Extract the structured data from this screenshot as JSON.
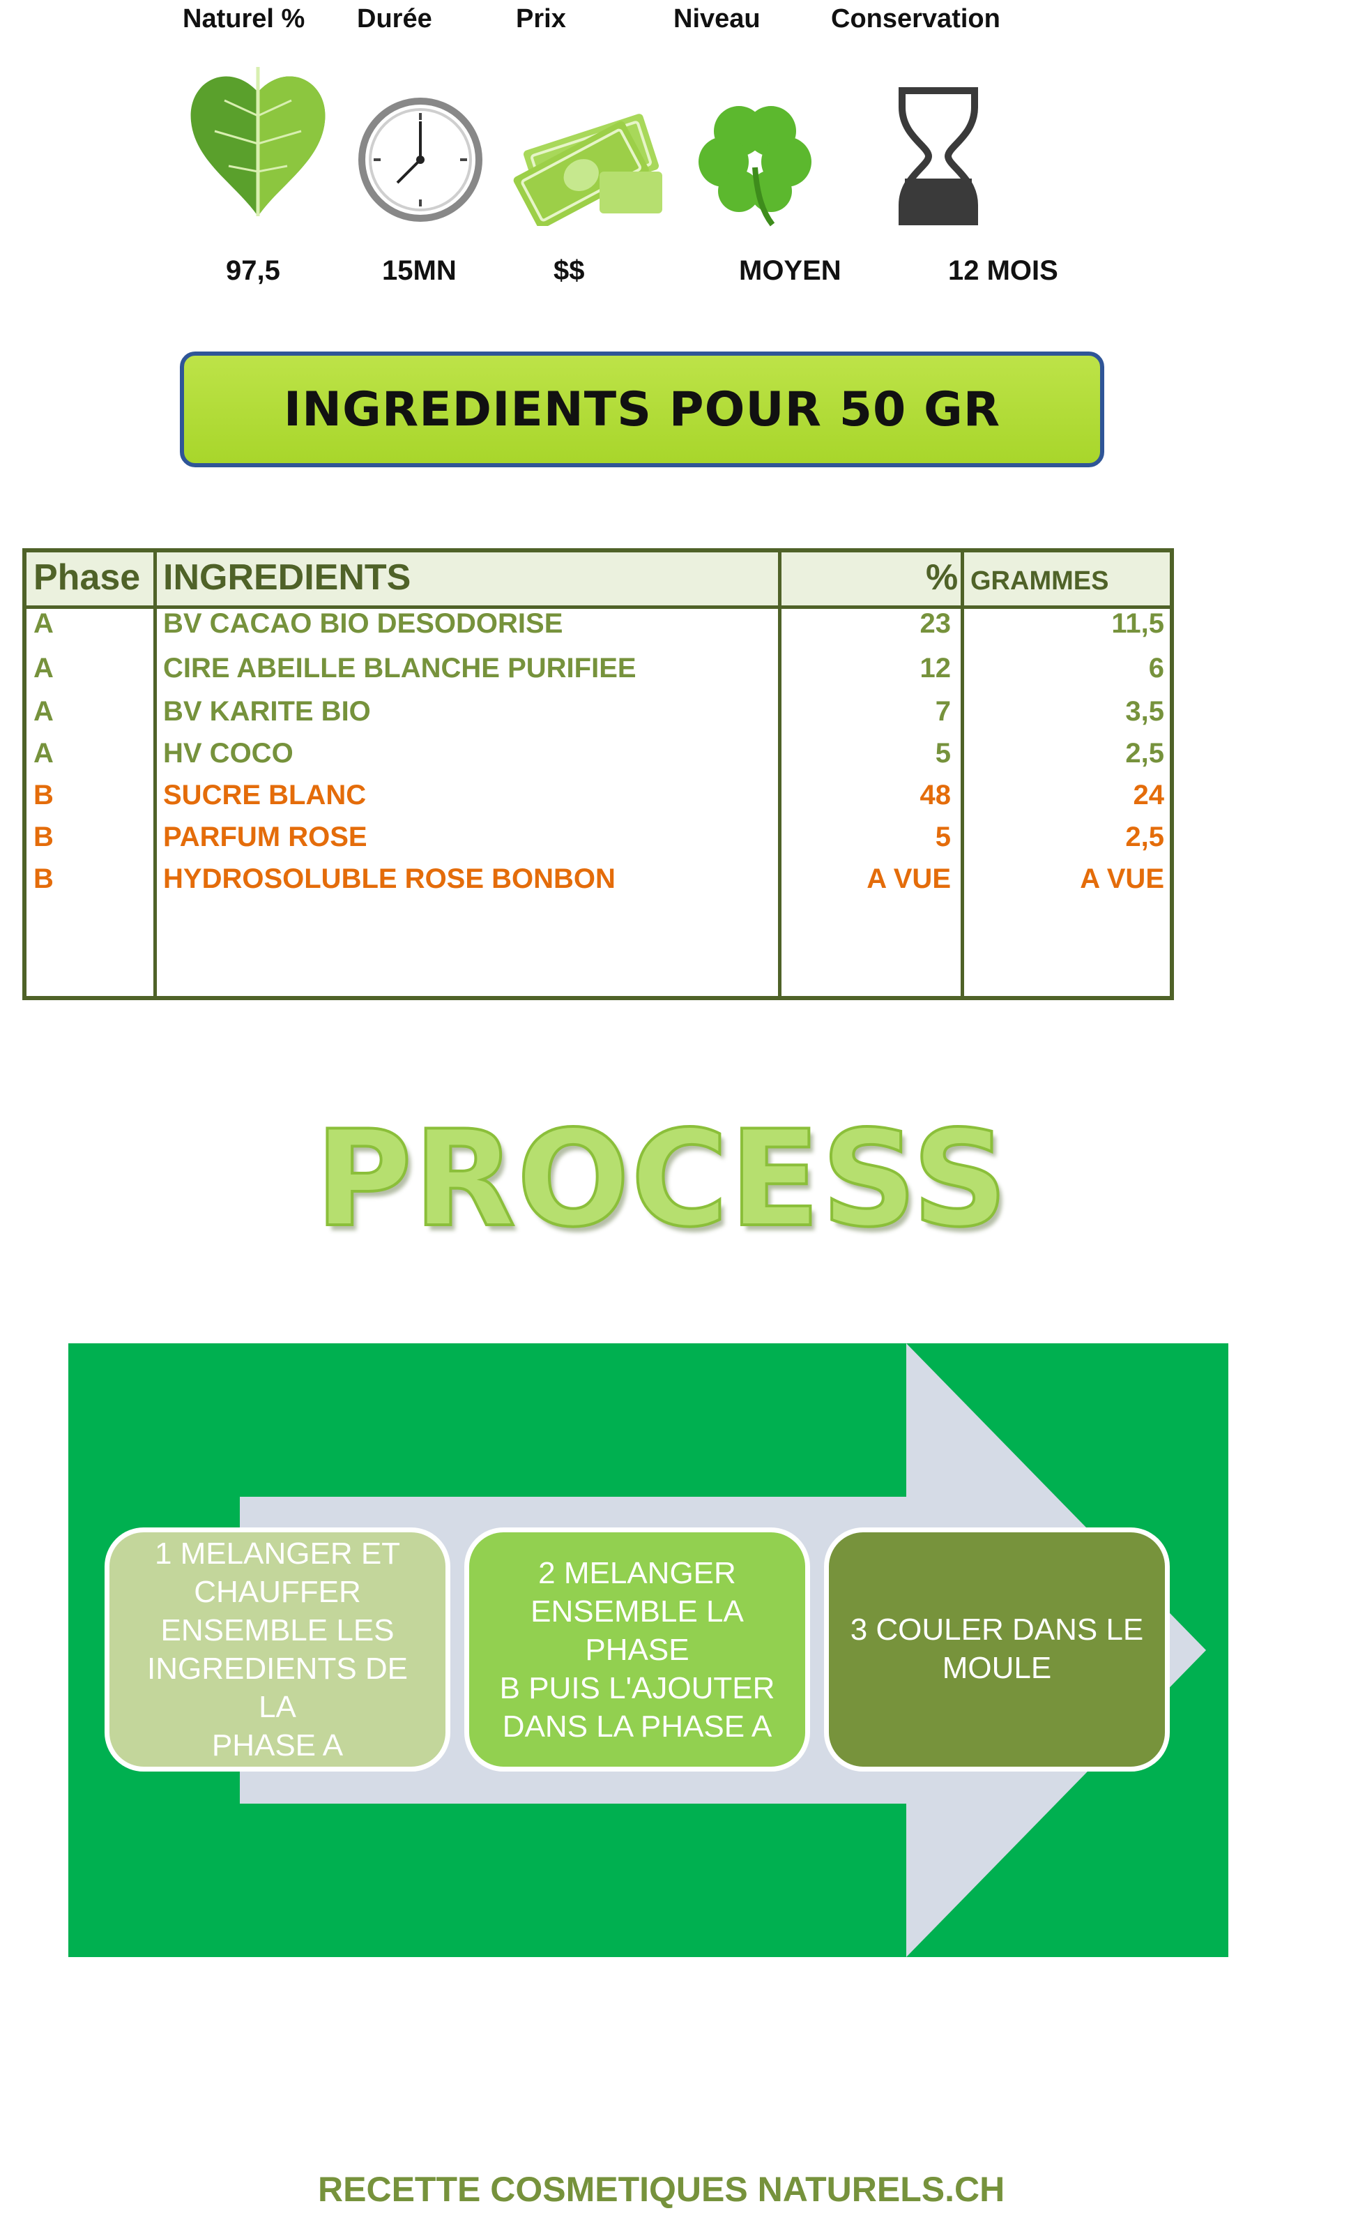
{
  "stats": {
    "headers": [
      "Naturel %",
      "Durée",
      "Prix",
      "Niveau",
      "Conservation"
    ],
    "values": [
      "97,5",
      "15MN",
      "$$",
      "MOYEN",
      "12 MOIS"
    ],
    "icons": [
      "leaf-icon",
      "clock-icon",
      "money-icon",
      "clover-icon",
      "hourglass-icon"
    ]
  },
  "banner": {
    "title": "INGREDIENTS POUR 50 GR",
    "color": "#a8d62b",
    "border_color": "#2f5597"
  },
  "table": {
    "headers": {
      "phase": "Phase",
      "ingredients": "INGREDIENTS",
      "percent": "%",
      "grams": "GRAMMES"
    },
    "rows": [
      {
        "phase": "A",
        "ingredient": "BV CACAO BIO DESODORISE",
        "percent": "23",
        "grams": "11,5",
        "color": "#76923c"
      },
      {
        "phase": "A",
        "ingredient": "CIRE ABEILLE BLANCHE PURIFIEE",
        "percent": "12",
        "grams": "6",
        "color": "#76923c"
      },
      {
        "phase": "A",
        "ingredient": "BV KARITE BIO",
        "percent": "7",
        "grams": "3,5",
        "color": "#76923c"
      },
      {
        "phase": "A",
        "ingredient": "HV COCO",
        "percent": "5",
        "grams": "2,5",
        "color": "#76923c"
      },
      {
        "phase": "B",
        "ingredient": "SUCRE BLANC",
        "percent": "48",
        "grams": "24",
        "color": "#e46c0a"
      },
      {
        "phase": "B",
        "ingredient": "PARFUM ROSE",
        "percent": "5",
        "grams": "2,5",
        "color": "#e46c0a"
      },
      {
        "phase": "B",
        "ingredient": "HYDROSOLUBLE ROSE BONBON",
        "percent": "A VUE",
        "grams": "A VUE",
        "color": "#e46c0a"
      }
    ]
  },
  "process": {
    "title": "PROCESS",
    "background": "#00b050",
    "steps": [
      {
        "lines": [
          "1 MELANGER ET",
          "CHAUFFER",
          "ENSEMBLE LES",
          "INGREDIENTS DE LA",
          "PHASE A"
        ],
        "color": "#c3d69b"
      },
      {
        "lines": [
          "2 MELANGER",
          "ENSEMBLE LA PHASE",
          "B PUIS L'AJOUTER",
          "DANS LA PHASE A"
        ],
        "color": "#92d050"
      },
      {
        "lines": [
          "3 COULER DANS LE",
          "MOULE"
        ],
        "color": "#77933c"
      }
    ]
  },
  "footer": {
    "text": "RECETTE COSMETIQUES NATURELS.CH"
  }
}
